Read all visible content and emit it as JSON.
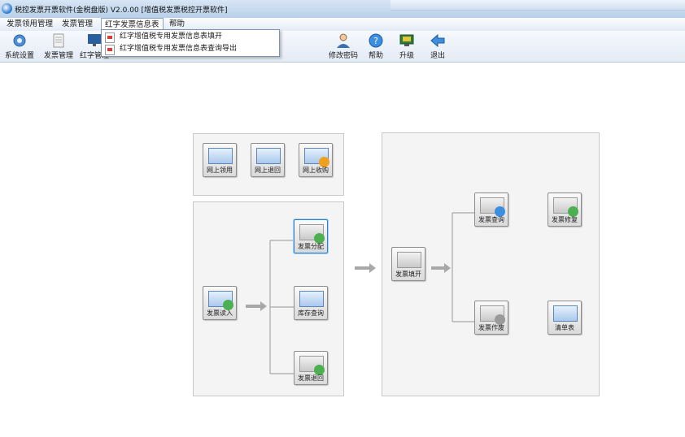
{
  "window": {
    "title": "税控发票开票软件(金税盘版) V2.0.00 [增值税发票税控开票软件]"
  },
  "menu": {
    "items": [
      {
        "label": "发票领用管理"
      },
      {
        "label": "发票管理"
      },
      {
        "label": "红字发票信息表"
      },
      {
        "label": "帮助"
      }
    ],
    "active_index": 2
  },
  "dropdown": {
    "items": [
      {
        "label": "红字增值税专用发票信息表填开"
      },
      {
        "label": "红字增值税专用发票信息表查询导出"
      }
    ]
  },
  "toolbar": {
    "left": [
      {
        "label": "系统设置",
        "icon": "gear-icon"
      },
      {
        "label": "发票管理",
        "icon": "document-icon"
      },
      {
        "label": "红字管理",
        "icon": "monitor-icon"
      }
    ],
    "right": [
      {
        "label": "修改密码",
        "icon": "user-icon"
      },
      {
        "label": "帮助",
        "icon": "help-icon"
      },
      {
        "label": "升级",
        "icon": "upgrade-icon"
      },
      {
        "label": "退出",
        "icon": "exit-icon"
      }
    ]
  },
  "flow": {
    "top_panel": [
      {
        "label": "网上领用"
      },
      {
        "label": "网上退回"
      },
      {
        "label": "网上收购"
      }
    ],
    "left_panel": {
      "source": {
        "label": "发票读入"
      },
      "targets": [
        {
          "label": "发票分配"
        },
        {
          "label": "库存查询"
        },
        {
          "label": "发票退回"
        }
      ]
    },
    "right_panel": {
      "source": {
        "label": "发票填开"
      },
      "targets": [
        {
          "label": "发票查询"
        },
        {
          "label": "发票作废"
        },
        {
          "label": "发票修复"
        },
        {
          "label": "清单表"
        }
      ]
    }
  },
  "colors": {
    "accent_blue": "#2e7fc7",
    "arrow_gray": "#a8a8a8",
    "badge_green": "#4caf50",
    "badge_orange": "#f0a020",
    "badge_red": "#d93a3a"
  }
}
